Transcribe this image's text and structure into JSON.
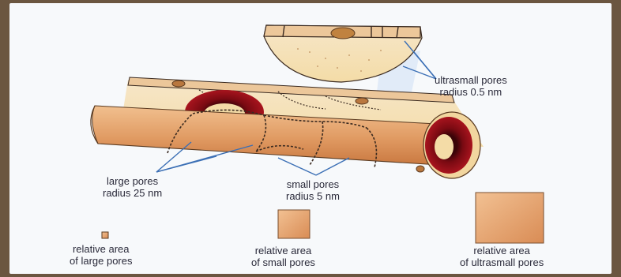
{
  "labels": {
    "ultrasmall": {
      "line1": "ultrasmall pores",
      "line2": "radius 0.5 nm"
    },
    "large": {
      "line1": "large pores",
      "line2": "radius 25 nm"
    },
    "small": {
      "line1": "small pores",
      "line2": "radius 5 nm"
    }
  },
  "legend": [
    {
      "line1": "relative area",
      "line2": "of large pores"
    },
    {
      "line1": "relative area",
      "line2": "of small pores"
    },
    {
      "line1": "relative area",
      "line2": "of ultrasmall pores"
    }
  ],
  "colors": {
    "tube_outer": "#e3a06a",
    "tube_inner": "#f4dca0",
    "blood_cell": "#8e0f17",
    "pointer_lines": "#3b6fb5"
  }
}
